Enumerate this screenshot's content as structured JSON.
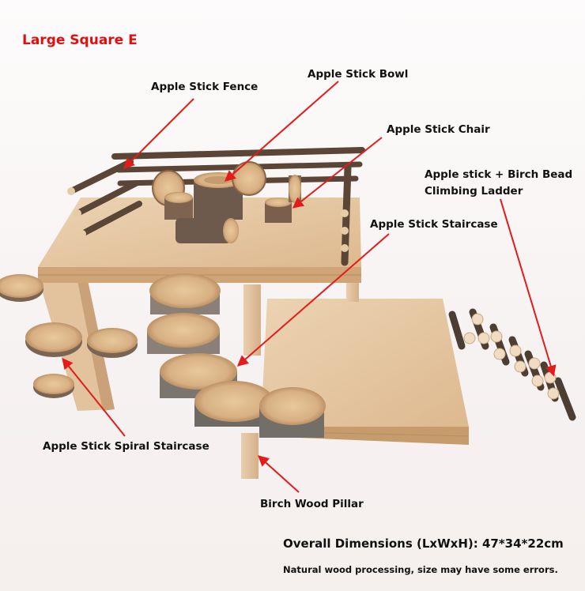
{
  "title": "Large Square E",
  "labels": {
    "fence": "Apple Stick Fence",
    "bowl": "Apple Stick Bowl",
    "chair": "Apple Stick Chair",
    "ladder": "Apple stick + Birch Bead Climbing Ladder",
    "staircase": "Apple Stick Staircase",
    "spiral": "Apple Stick Spiral Staircase",
    "pillar": "Birch Wood Pillar"
  },
  "dimensions": "Overall Dimensions (LxWxH): 47*34*22cm",
  "note": "Natural wood processing, size may have some errors.",
  "colors": {
    "title": "#e01010",
    "arrow": "#e41b1b",
    "plywood": "#e7c9a5",
    "stick": "#5a4536",
    "log_face": "#dcb88a"
  }
}
